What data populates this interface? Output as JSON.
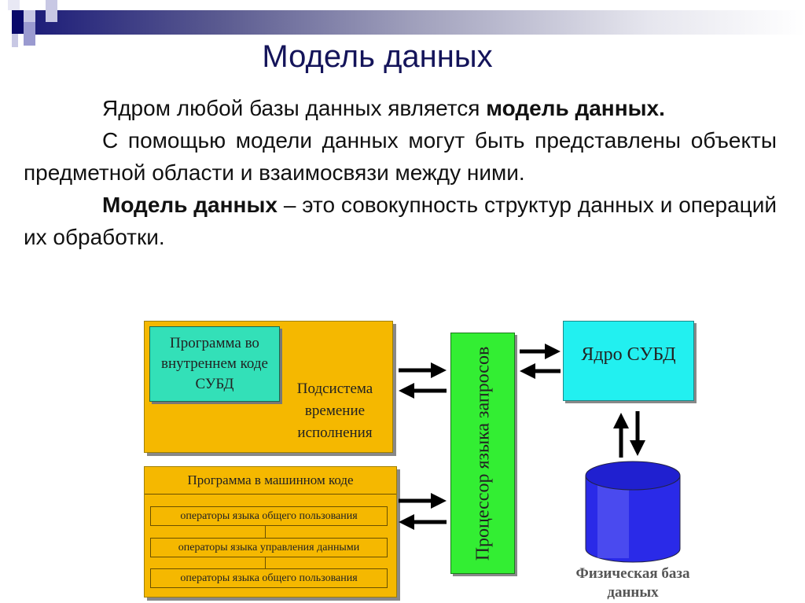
{
  "slide": {
    "title": "Модель данных",
    "paragraphs": [
      {
        "parts": [
          {
            "text": "Ядром любой базы данных является ",
            "bold": false
          },
          {
            "text": "модель данных.",
            "bold": true
          }
        ]
      },
      {
        "parts": [
          {
            "text": "С помощью модели данных могут быть представлены объекты предметной области и взаимосвязи между ними.",
            "bold": false
          }
        ]
      },
      {
        "parts": [
          {
            "text": "Модель данных",
            "bold": true
          },
          {
            "text": " – это совокупность структур данных и операций их обработки.",
            "bold": false
          }
        ]
      }
    ]
  },
  "diagram": {
    "internal_program": "Программа во внутреннем коде СУБД",
    "runtime_subsystem": "Подсистема времение исполнения",
    "machine_program": "Программа в машинном коде",
    "operators": [
      "операторы языка общего пользования",
      "операторы языка управления данными",
      "операторы языка общего пользования"
    ],
    "query_processor": "Процессор языка запросов",
    "dbms_core": "Ядро СУБД",
    "physical_db": "Физическая база данных"
  },
  "colors": {
    "orange": "#f5b800",
    "teal": "#33e0b8",
    "green": "#33ee33",
    "cyan": "#22f0f0",
    "cylinder": "#2828e0",
    "navy": "#14145a"
  }
}
